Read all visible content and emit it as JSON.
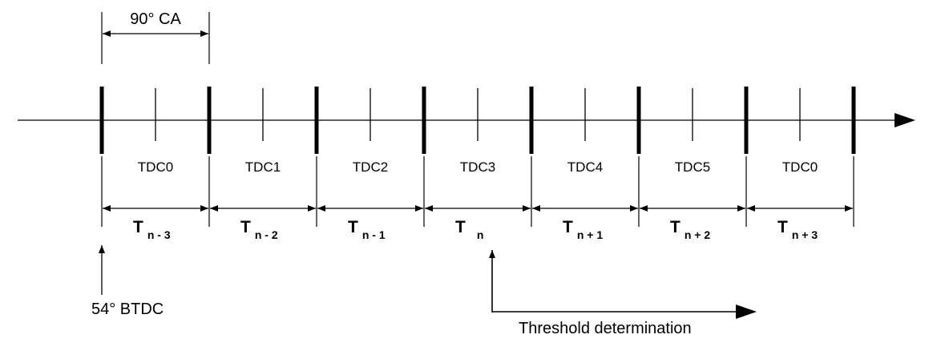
{
  "angle_label": "90° CA",
  "start_label": "54° BTDC",
  "threshold_label": "Threshold determination",
  "tdc_labels": [
    "TDC0",
    "TDC1",
    "TDC2",
    "TDC3",
    "TDC4",
    "TDC5",
    "TDC0"
  ],
  "intervals": [
    {
      "main": "T",
      "sub": "n - 3"
    },
    {
      "main": "T",
      "sub": "n - 2"
    },
    {
      "main": "T",
      "sub": "n - 1"
    },
    {
      "main": "T",
      "sub": "n"
    },
    {
      "main": "T",
      "sub": "n + 1"
    },
    {
      "main": "T",
      "sub": "n + 2"
    },
    {
      "main": "T",
      "sub": "n + 3"
    }
  ]
}
